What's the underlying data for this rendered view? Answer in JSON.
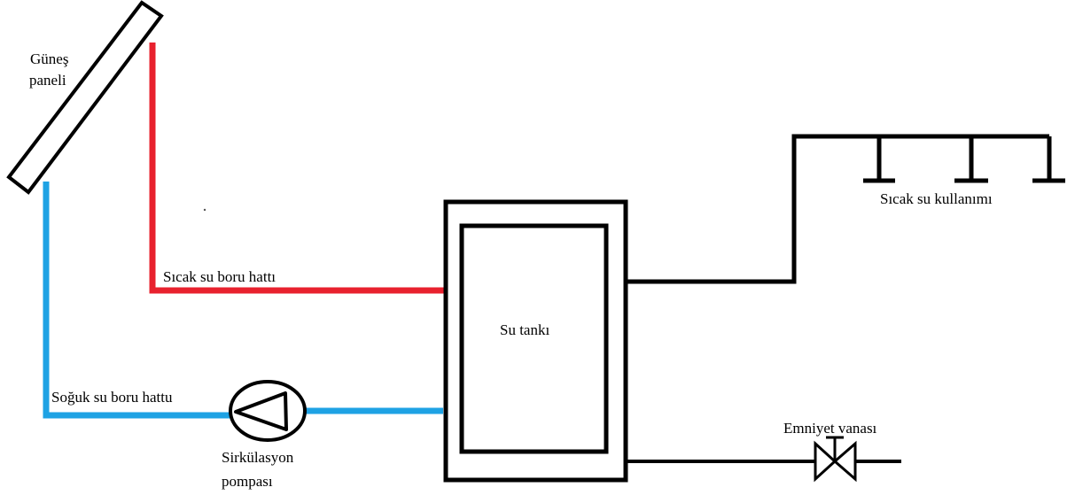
{
  "labels": {
    "solar_panel_line1": "Güneş",
    "solar_panel_line2": "paneli",
    "hot_pipe": "Sıcak su boru hattı",
    "cold_pipe": "Soğuk su boru hattu",
    "pump_line1": "Sirkülasyon",
    "pump_line2": "pompası",
    "tank": "Su tankı",
    "hot_use": "Sıcak su kullanımı",
    "safety_valve": "Emniyet vanası"
  },
  "colors": {
    "hot_pipe": "#e8212e",
    "cold_pipe": "#1ea2e4",
    "lines": "#000000",
    "background": "#ffffff"
  }
}
